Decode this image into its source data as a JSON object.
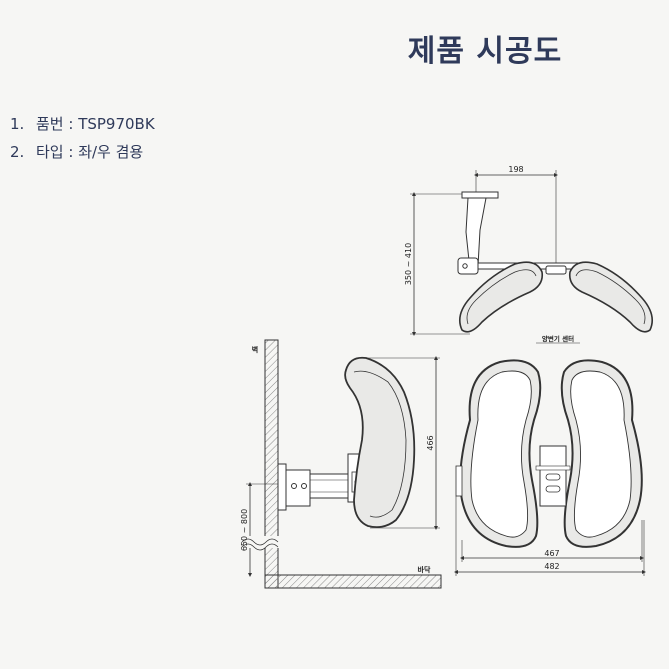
{
  "title": "제품 시공도",
  "specs": [
    {
      "num": "1.",
      "text": "품번 : TSP970BK"
    },
    {
      "num": "2.",
      "text": "타입 : 좌/우 겸용"
    }
  ],
  "top_view": {
    "width_dim": "198",
    "height_dim": "350 ~ 410",
    "caption": "양변기 센터"
  },
  "side_view": {
    "wall_label": "벽",
    "floor_label": "바닥",
    "height_dim": "466",
    "mount_dim": "650 ~ 800"
  },
  "front_view": {
    "inner_width": "467",
    "outer_width": "482"
  },
  "colors": {
    "title": "#2f3a5a",
    "line": "#333333",
    "pad_fill": "#e9e9e7",
    "hatch": "#888888"
  }
}
